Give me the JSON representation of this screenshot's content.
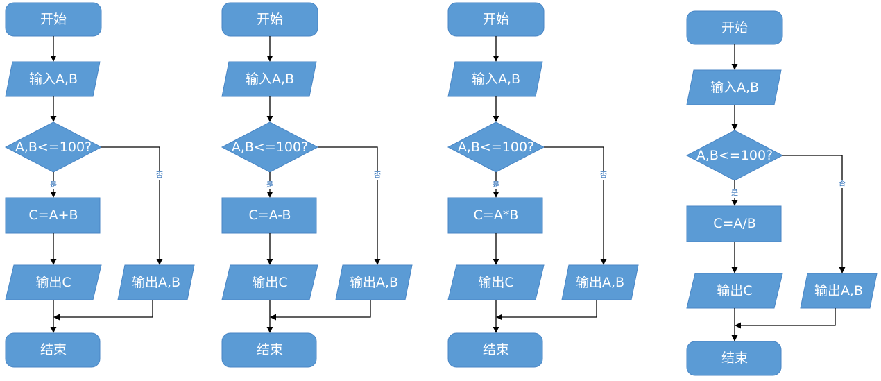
{
  "flowcharts": [
    {
      "start": "开始",
      "input": "输入A,B",
      "condition": "A,B<=100?",
      "yes_label": "是",
      "no_label": "否",
      "process": "C=A+B",
      "output_yes": "输出C",
      "output_no": "输出A,B",
      "end": "结束"
    },
    {
      "start": "开始",
      "input": "输入A,B",
      "condition": "A,B<=100?",
      "yes_label": "是",
      "no_label": "否",
      "process": "C=A-B",
      "output_yes": "输出C",
      "output_no": "输出A,B",
      "end": "结束"
    },
    {
      "start": "开始",
      "input": "输入A,B",
      "condition": "A,B<=100?",
      "yes_label": "是",
      "no_label": "否",
      "process": "C=A*B",
      "output_yes": "输出C",
      "output_no": "输出A,B",
      "end": "结束"
    },
    {
      "start": "开始",
      "input": "输入A,B",
      "condition": "A,B<=100?",
      "yes_label": "是",
      "no_label": "否",
      "process": "C=A/B",
      "output_yes": "输出C",
      "output_no": "输出A,B",
      "end": "结束"
    }
  ],
  "colors": {
    "node_fill": "#5b9bd5",
    "node_text": "#ffffff",
    "edge": "#000000",
    "edge_label": "#2f6fb7"
  }
}
